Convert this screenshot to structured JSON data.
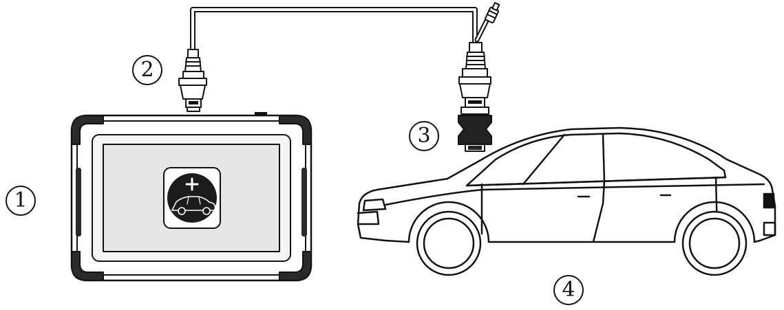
{
  "callouts": {
    "tablet": "1",
    "main_cable": "2",
    "obd_adapter": "3",
    "vehicle": "4"
  },
  "colors": {
    "line": "#111111",
    "background": "#ffffff",
    "tablet_fill": "#e6e6e6",
    "rubber_bumper": "#2a2a2a",
    "app_icon_bg": "#1c1c1c"
  },
  "icons": [
    "tablet-device-icon",
    "db15-connector-icon",
    "obd2-connector-icon",
    "car-icon",
    "app-plus-icon"
  ]
}
